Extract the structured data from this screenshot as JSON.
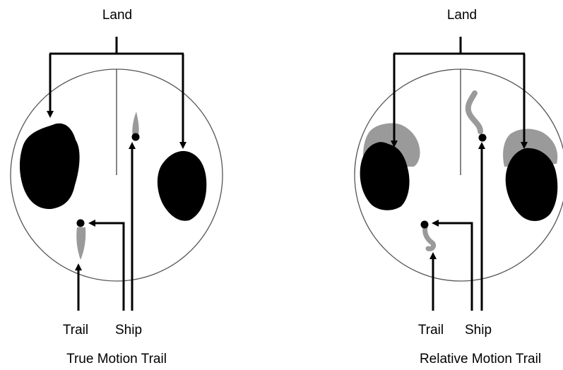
{
  "colors": {
    "land": "#000000",
    "trail": "#9a9a9a",
    "line": "#000000",
    "scope_border": "#555555"
  },
  "left_panel": {
    "top_label": "Land",
    "trail_label": "Trail",
    "ship_label": "Ship",
    "caption": "True Motion Trail"
  },
  "right_panel": {
    "top_label": "Land",
    "trail_label": "Trail",
    "ship_label": "Ship",
    "caption": "Relative Motion Trail"
  }
}
